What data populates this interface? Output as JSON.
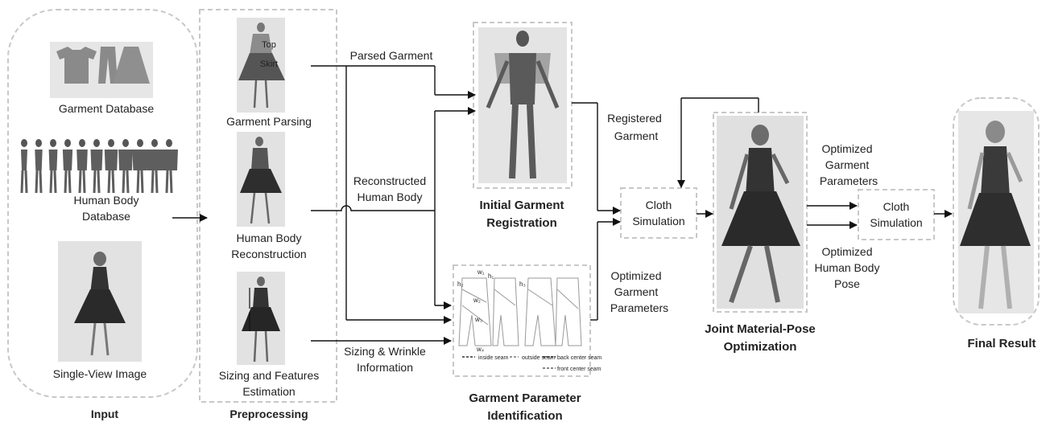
{
  "sections": {
    "input": "Input",
    "preprocessing": "Preprocessing",
    "registration_line1": "Initial Garment",
    "registration_line2": "Registration",
    "identification_line1": "Garment Parameter",
    "identification_line2": "Identification",
    "optimization_line1": "Joint Material-Pose",
    "optimization_line2": "Optimization",
    "final": "Final Result"
  },
  "input_items": {
    "garment_db": "Garment Database",
    "body_db_line1": "Human Body",
    "body_db_line2": "Database",
    "single_view": "Single-View Image"
  },
  "preprocess_items": {
    "parsing": "Garment Parsing",
    "recon_line1": "Human Body",
    "recon_line2": "Reconstruction",
    "sizing_line1": "Sizing and Features",
    "sizing_line2": "Estimation",
    "top_tag": "Top",
    "skirt_tag": "Skirt"
  },
  "flow_labels": {
    "parsed_garment": "Parsed Garment",
    "recon_body_line1": "Reconstructed",
    "recon_body_line2": "Human Body",
    "sizing_line1": "Sizing & Wrinkle",
    "sizing_line2": "Information",
    "registered_line1": "Registered",
    "registered_line2": "Garment",
    "opt_params_a_line1": "Optimized",
    "opt_params_a_line2": "Garment",
    "opt_params_a_line3": "Parameters",
    "opt_params_b_line1": "Optimized",
    "opt_params_b_line2": "Garment",
    "opt_params_b_line3": "Parameters",
    "opt_pose_line1": "Optimized",
    "opt_pose_line2": "Human Body",
    "opt_pose_line3": "Pose"
  },
  "cloth_sim": {
    "line1": "Cloth",
    "line2": "Simulation"
  },
  "pattern_legend": {
    "w1": "w₁",
    "w2": "w₂",
    "w3": "w₃",
    "w4": "w₄",
    "h1": "h₁",
    "h2": "h₂",
    "h3": "h₃",
    "inside": "inside seam",
    "outside": "outside seam",
    "back": "back center seam",
    "front": "front center seam"
  },
  "colors": {
    "frame": "#c8c8c8",
    "arrow": "#111111",
    "photo_bg": "#d4d4d4",
    "figure": "#555555"
  }
}
